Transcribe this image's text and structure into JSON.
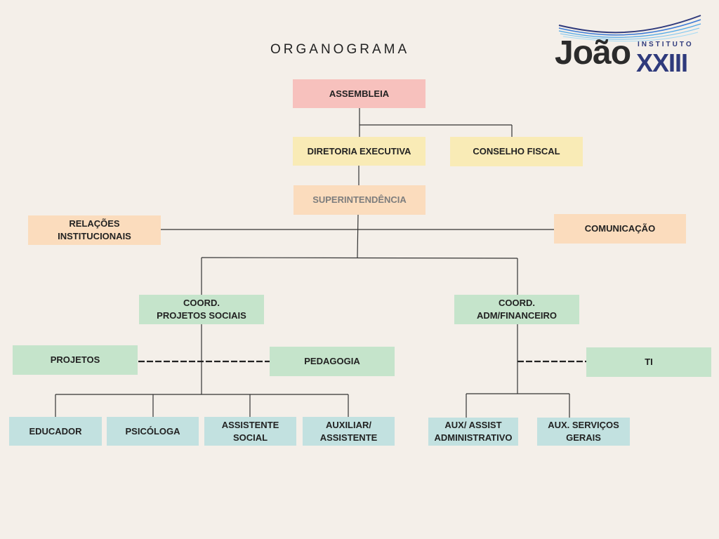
{
  "title": "ORGANOGRAMA",
  "logo": {
    "top_text": "INSTITUTO",
    "name": "João",
    "number": "XXIII"
  },
  "nodes": {
    "assembleia": "ASSEMBLEIA",
    "diretoria_executiva": "DIRETORIA EXECUTIVA",
    "conselho_fiscal": "CONSELHO FISCAL",
    "superintendencia": "SUPERINTENDÊNCIA",
    "relacoes_institucionais": [
      "RELAÇÕES",
      "INSTITUCIONAIS"
    ],
    "comunicacao": "COMUNICAÇÃO",
    "coord_projetos_sociais": [
      "COORD.",
      "PROJETOS SOCIAIS"
    ],
    "coord_adm_financeiro": [
      "COORD.",
      "ADM/FINANCEIRO"
    ],
    "projetos": "PROJETOS",
    "pedagogia": "PEDAGOGIA",
    "ti": "TI",
    "educador": "EDUCADOR",
    "psicologa": "PSICÓLOGA",
    "assistente_social": [
      "ASSISTENTE",
      "SOCIAL"
    ],
    "auxiliar_assistente": [
      "AUXILIAR/",
      "ASSISTENTE"
    ],
    "aux_assist_administrativo": [
      "AUX/ ASSIST",
      "ADMINISTRATIVO"
    ],
    "aux_servicos_gerais": [
      "AUX. SERVIÇOS",
      "GERAIS"
    ]
  },
  "colors": {
    "background": "#f4efe9",
    "pink": "#f7c1bd",
    "yellow": "#f9ebb6",
    "peach": "#fbdcbd",
    "green": "#c5e4cb",
    "blue": "#c2e1e0",
    "logo_blue": "#2f3a7c"
  }
}
